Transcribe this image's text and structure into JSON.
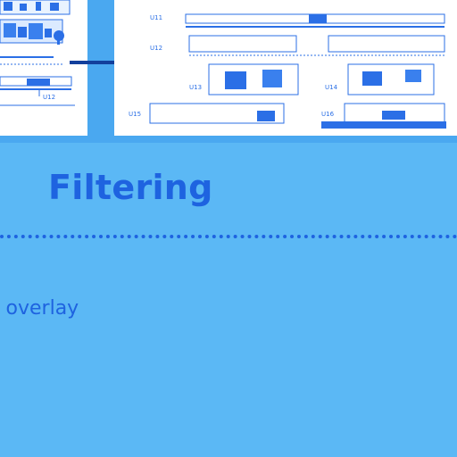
{
  "slide": {
    "title": "Filtering",
    "body_text": "e overlay"
  },
  "diagram": {
    "row_labels_left": [
      "U12"
    ],
    "row_labels_right": [
      "U11",
      "U12",
      "U13",
      "U14",
      "U15",
      "U16"
    ]
  },
  "colors": {
    "background": "#5bb8f5",
    "accent": "#1e63e0",
    "panel": "#ffffff"
  }
}
